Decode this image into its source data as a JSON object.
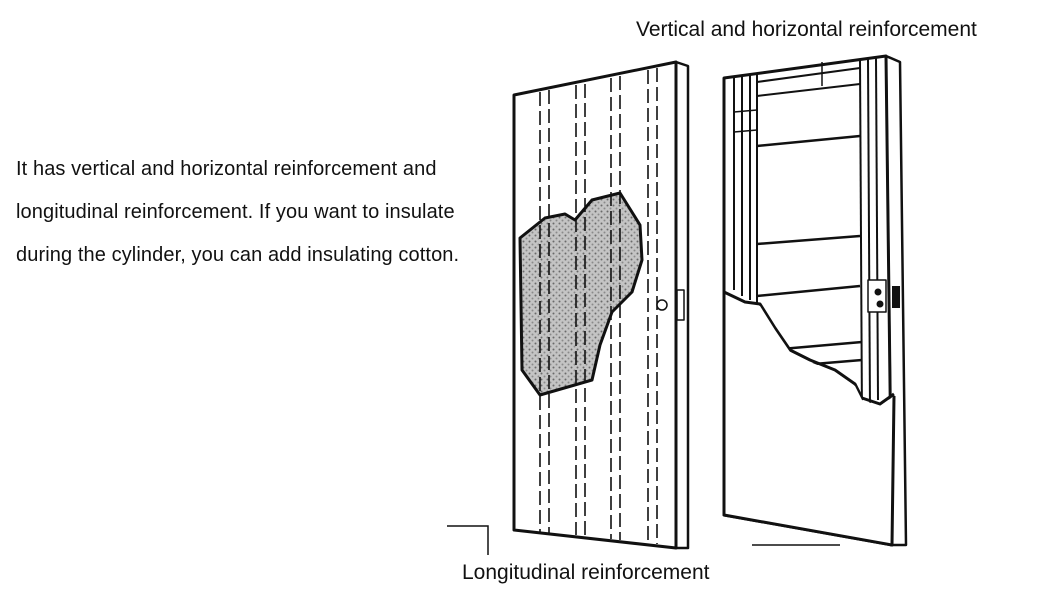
{
  "description": "It has vertical and horizontal reinforcement and longitudinal reinforcement. If you want to insulate during the cylinder, you can add insulating cotton.",
  "labels": {
    "top_right": "Vertical and horizontal reinforcement",
    "bottom": "Longitudinal reinforcement"
  },
  "colors": {
    "line": "#111111",
    "insulation_fill": "#b5b5b5"
  }
}
